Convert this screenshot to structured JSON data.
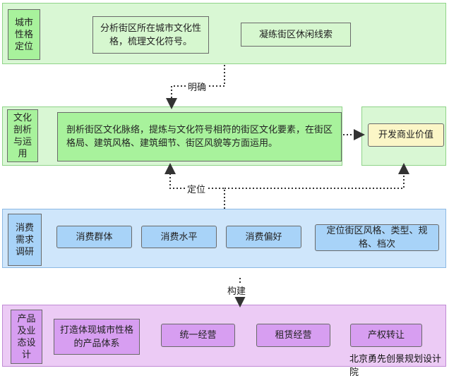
{
  "sections": {
    "positioning": {
      "label": "城市性格定位",
      "items": [
        "分析街区所在城市文化性格，梳理文化符号。",
        "凝练街区休闲线索"
      ]
    },
    "analysis": {
      "label": "文化剖析与运用",
      "main": "剖析街区文化脉络，提炼与文化符号相符的街区文化要素，在街区格局、建筑风格、建筑细节、街区风貌等方面运用。",
      "side": "开发商业价值"
    },
    "consumption": {
      "label": "消费需求调研",
      "items": [
        "消费群体",
        "消费水平",
        "消费偏好",
        "定位街区风格、类型、规格、档次"
      ]
    },
    "product": {
      "label": "产品及业态设计",
      "items": [
        "打造体现城市性格的产品体系",
        "统一经营",
        "租赁经营",
        "产权转让"
      ]
    }
  },
  "connectors": {
    "clarify": "明确",
    "locate": "定位",
    "build": "构建"
  },
  "watermark": "北京勇先创景规划设计院",
  "colors": {
    "green_band": "#d9f7d4",
    "blue_band": "#cfe6fb",
    "purple_band": "#eccbf5",
    "yellow": "#fbf6c7"
  }
}
